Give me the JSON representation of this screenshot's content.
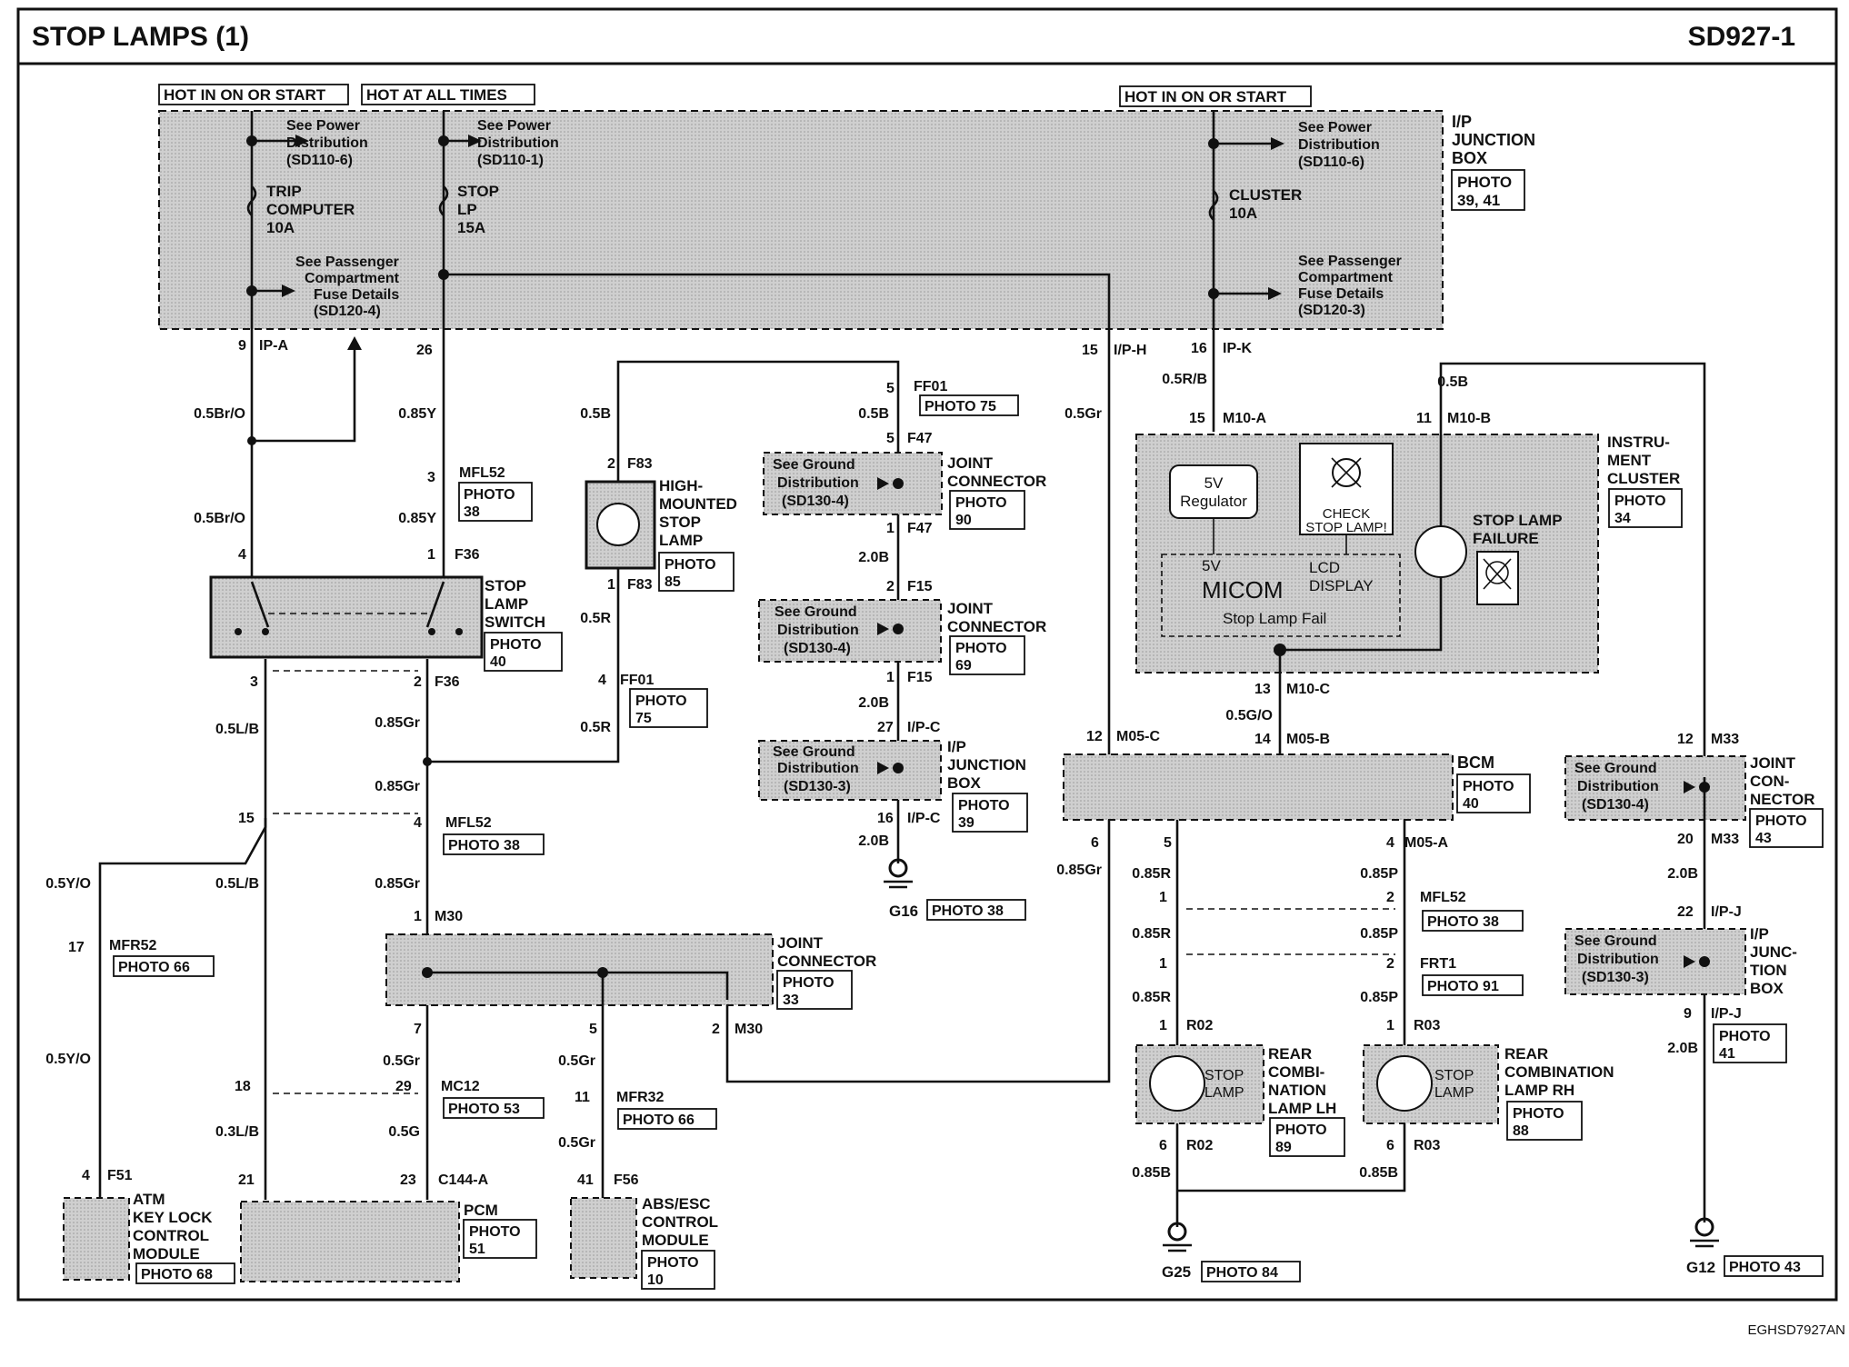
{
  "header": {
    "title": "STOP LAMPS (1)",
    "code": "SD927-1"
  },
  "footer": {
    "code": "EGHSD7927AN"
  },
  "hot_labels": {
    "run_left": "HOT IN ON OR START",
    "always": "HOT AT ALL TIMES",
    "run_right": "HOT IN ON OR START"
  },
  "ip_box": {
    "l1": "I/P",
    "l2": "JUNCTION",
    "l3": "BOX",
    "photo1": "PHOTO",
    "photo2": "39, 41"
  },
  "fuses": {
    "trip_1": "TRIP",
    "trip_2": "COMPUTER",
    "trip_3": "10A",
    "stop_1": "STOP",
    "stop_2": "LP",
    "stop_3": "15A",
    "cluster_1": "CLUSTER",
    "cluster_2": "10A"
  },
  "refs": {
    "pwr_a1": "See Power",
    "pwr_a2": "Distribution",
    "pwr_a3": "(SD110-6)",
    "pwr_b1": "See Power",
    "pwr_b2": "Distribution",
    "pwr_b3": "(SD110-1)",
    "pwr_c1": "See Power",
    "pwr_c2": "Distribution",
    "pwr_c3": "(SD110-6)",
    "pass_a1": "See Passenger",
    "pass_a2": "Compartment",
    "pass_a3": "Fuse Details",
    "pass_a4": "(SD120-4)",
    "pass_b1": "See Passenger",
    "pass_b2": "Compartment",
    "pass_b3": "Fuse Details",
    "pass_b4": "(SD120-3)",
    "gnd1": "See Ground",
    "gnd2": "Distribution",
    "gnd3_4": "(SD130-4)",
    "gnd3_3": "(SD130-3)"
  },
  "pins": {
    "p9": "9",
    "ipa": "IP-A",
    "p26": "26",
    "p15": "15",
    "iph": "I/P-H",
    "p16": "16",
    "ipk": "IP-K",
    "p3": "3",
    "mfl52": "MFL52",
    "p4": "4",
    "p1": "1",
    "f36": "F36",
    "p2": "2",
    "p5": "5",
    "ff01": "FF01",
    "f47": "F47",
    "f83": "F83",
    "f15": "F15",
    "p27": "27",
    "ipc": "I/P-C",
    "m10a": "M10-A",
    "p11": "11",
    "m10b": "M10-B",
    "p13": "13",
    "m10c": "M10-C",
    "p14": "14",
    "m05b": "M05-B",
    "p12": "12",
    "m05c": "M05-C",
    "m33": "M33",
    "p20": "20",
    "p22": "22",
    "ipj": "I/P-J",
    "p6": "6",
    "m05a": "M05-A",
    "frt1": "FRT1",
    "r02": "R02",
    "r03": "R03",
    "p17": "17",
    "mfr52": "MFR52",
    "m30": "M30",
    "p7": "7",
    "p18": "18",
    "p29": "29",
    "mc12": "MC12",
    "p21": "21",
    "p23": "23",
    "c144a": "C144-A",
    "p41": "41",
    "f56": "F56",
    "p11b": "11",
    "mfr32": "MFR32",
    "f51": "F51"
  },
  "wires": {
    "br_o": "0.5Br/O",
    "y85": "0.85Y",
    "b5": "0.5B",
    "gr5": "0.5Gr",
    "rb": "0.5R/B",
    "l_b": "0.5L/B",
    "gr85": "0.85Gr",
    "r5": "0.5R",
    "b20": "2.0B",
    "go": "0.5G/O",
    "yo": "0.5Y/O",
    "lb3": "0.3L/B",
    "g5": "0.5G",
    "r85": "0.85R",
    "p85": "0.85P",
    "b85": "0.85B"
  },
  "components": {
    "stop_switch": [
      "STOP",
      "LAMP",
      "SWITCH"
    ],
    "hmsl": [
      "HIGH-",
      "MOUNTED",
      "STOP",
      "LAMP"
    ],
    "joint": [
      "JOINT",
      "CONNECTOR"
    ],
    "ip_jb": [
      "I/P",
      "JUNCTION",
      "BOX"
    ],
    "cluster": [
      "INSTRU-",
      "MENT",
      "CLUSTER"
    ],
    "bcm": "BCM",
    "joint_r": [
      "JOINT",
      "CON-",
      "NECTOR"
    ],
    "ip_jb_r": [
      "I/P",
      "JUNC-",
      "TION",
      "BOX"
    ],
    "atm": [
      "ATM",
      "KEY LOCK",
      "CONTROL",
      "MODULE"
    ],
    "pcm": "PCM",
    "abs": [
      "ABS/ESC",
      "CONTROL",
      "MODULE"
    ],
    "rear_lh": [
      "REAR",
      "COMBI-",
      "NATION",
      "LAMP LH"
    ],
    "rear_rh": [
      "REAR",
      "COMBINATION",
      "LAMP RH"
    ],
    "stop": "STOP",
    "lamp": "LAMP"
  },
  "cluster_inner": {
    "reg_1": "5V",
    "reg_2": "Regulator",
    "check_1": "CHECK",
    "check_2": "STOP LAMP!",
    "v5": "5V",
    "micom": "MICOM",
    "lcd_1": "LCD",
    "lcd_2": "DISPLAY",
    "fail": "Stop Lamp Fail",
    "failure_1": "STOP LAMP",
    "failure_2": "FAILURE"
  },
  "photos": {
    "word": "PHOTO",
    "n38": "38",
    "n75": "75",
    "n90": "90",
    "n85": "85",
    "n40": "40",
    "n69": "69",
    "n39": "39",
    "n34": "34",
    "n43": "43",
    "n41": "41",
    "n66": "66",
    "n33": "33",
    "n53": "53",
    "n89": "89",
    "n88": "88",
    "n91": "91",
    "n68": "68",
    "n51": "51",
    "n10": "10",
    "n84": "84",
    "photo38": "PHOTO 38",
    "photo75": "PHOTO 75",
    "photo66": "PHOTO 66",
    "photo53": "PHOTO 53",
    "photo91": "PHOTO 91",
    "photo68": "PHOTO 68",
    "photo84": "PHOTO 84",
    "photo43": "PHOTO 43"
  },
  "grounds": {
    "g16": "G16",
    "g25": "G25",
    "g12": "G12"
  }
}
